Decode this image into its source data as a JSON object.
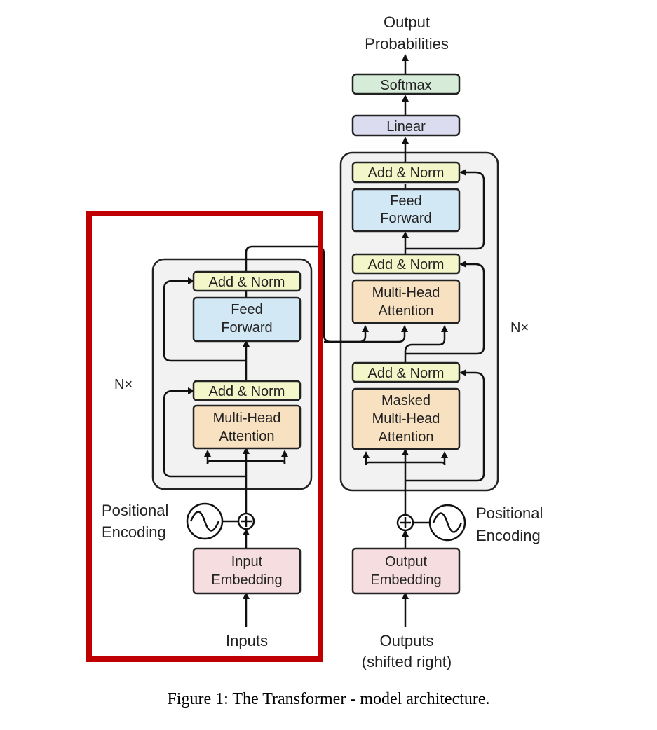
{
  "caption": "Figure 1: The Transformer - model architecture.",
  "colors": {
    "stack_bg": "#f2f2f2",
    "add_norm": "#f3f6c8",
    "feed_forward": "#d3e8f5",
    "attention": "#f8e1c0",
    "embedding": "#f5dde0",
    "linear": "#dcdcf0",
    "softmax": "#d6ecd9",
    "highlight": "#c00000",
    "line": "#111111"
  },
  "encoder": {
    "nx": "N×",
    "add_norm_top": "Add & Norm",
    "feed_forward": [
      "Feed",
      "Forward"
    ],
    "add_norm_bottom": "Add & Norm",
    "attention": [
      "Multi-Head",
      "Attention"
    ],
    "positional": [
      "Positional",
      "Encoding"
    ],
    "embedding": [
      "Input",
      "Embedding"
    ],
    "input": "Inputs"
  },
  "decoder": {
    "nx": "N×",
    "output_probabilities": [
      "Output",
      "Probabilities"
    ],
    "softmax": "Softmax",
    "linear": "Linear",
    "add_norm_top": "Add & Norm",
    "feed_forward": [
      "Feed",
      "Forward"
    ],
    "add_norm_mid": "Add & Norm",
    "attention": [
      "Multi-Head",
      "Attention"
    ],
    "add_norm_bottom": "Add & Norm",
    "masked_attention": [
      "Masked",
      "Multi-Head",
      "Attention"
    ],
    "positional": [
      "Positional",
      "Encoding"
    ],
    "embedding": [
      "Output",
      "Embedding"
    ],
    "output": [
      "Outputs",
      "(shifted right)"
    ]
  }
}
